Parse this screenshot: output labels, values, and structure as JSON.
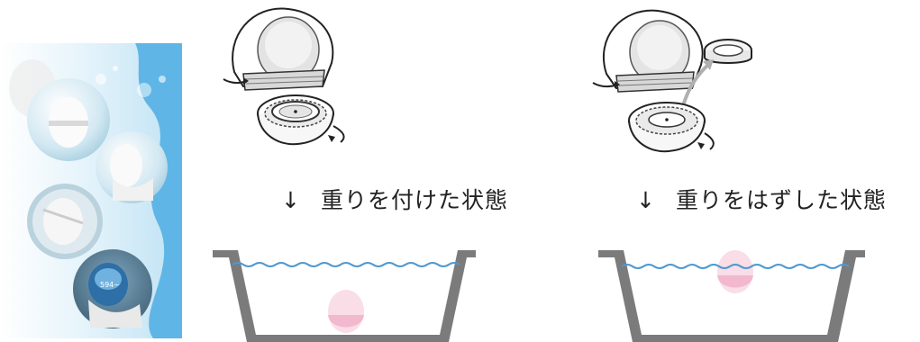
{
  "captions": {
    "arrow": "↓",
    "with_weight": "重りを付けた状態",
    "without_weight": "重りをはずした状態"
  },
  "product_label": "594~",
  "colors": {
    "panel_blue": "#5fb6e6",
    "water_line": "#4f98cf",
    "tub_gray": "#7b7b7b",
    "egg_pink": "#f2b8cd"
  },
  "icons": [
    "egg-cover-icon",
    "weight-base-icon",
    "weight-ring-icon",
    "rotate-arrow-icon"
  ]
}
